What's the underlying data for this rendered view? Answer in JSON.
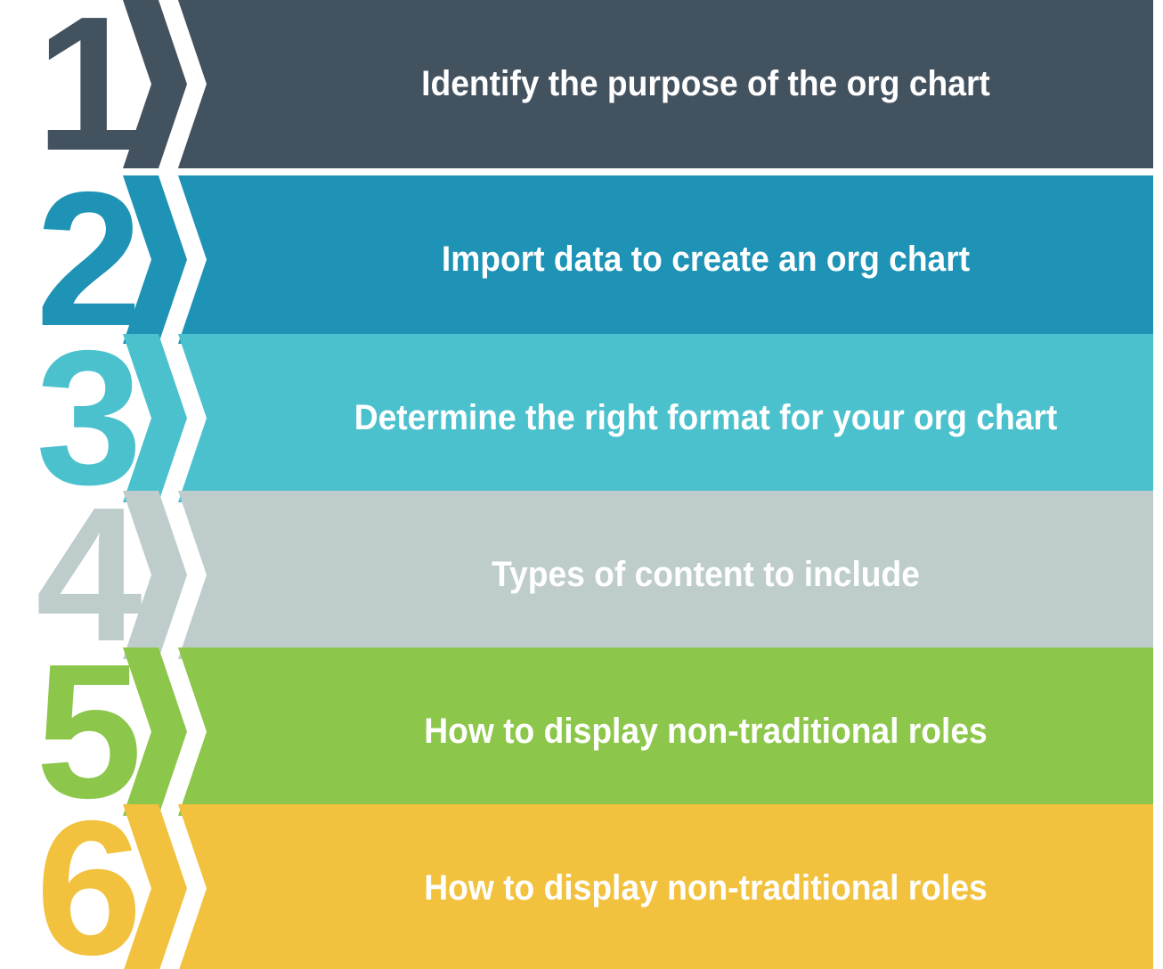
{
  "graphic": {
    "type": "numbered-chevron-process-list",
    "background_color": "#FFFFFF",
    "step_count": 6
  },
  "steps": [
    {
      "number": "1",
      "label": "Identify the purpose of the org chart",
      "color": "#43525F",
      "text_color": "#FFFFFF"
    },
    {
      "number": "2",
      "label": "Import data to create an org chart",
      "color": "#1E93B5",
      "text_color": "#FFFFFF"
    },
    {
      "number": "3",
      "label": "Determine the right format for your org chart",
      "color": "#4BC1CE",
      "text_color": "#FFFFFF"
    },
    {
      "number": "4",
      "label": "Types of content to include",
      "color": "#BECCCC",
      "text_color": "#FFFFFF"
    },
    {
      "number": "5",
      "label": "How to display non-traditional roles",
      "color": "#8CC64B",
      "text_color": "#FFFFFF"
    },
    {
      "number": "6",
      "label": "How to display non-traditional roles",
      "color": "#F2C13D",
      "text_color": "#FFFFFF"
    }
  ]
}
